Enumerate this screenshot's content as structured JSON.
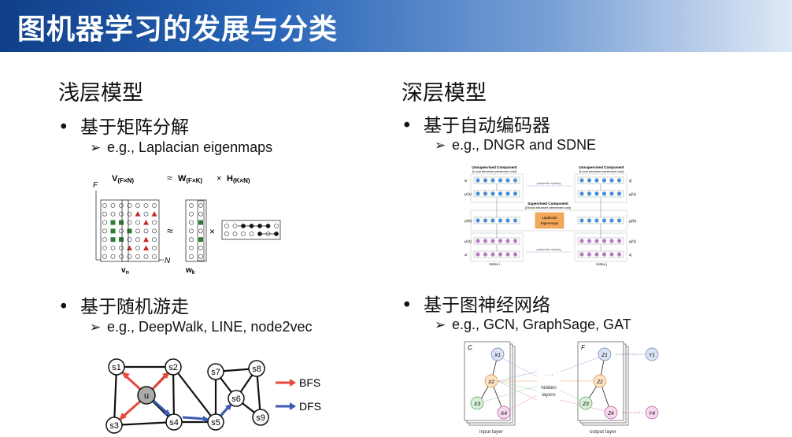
{
  "header": {
    "title": "图机器学习的发展与分类"
  },
  "left": {
    "title": "浅层模型",
    "bullets": [
      {
        "label": "基于矩阵分解",
        "example": "e.g., Laplacian eigenmaps"
      },
      {
        "label": "基于随机游走",
        "example": "e.g., DeepWalk, LINE, node2vec"
      }
    ]
  },
  "right": {
    "title": "深层模型",
    "bullets": [
      {
        "label": "基于自动编码器",
        "example": "e.g., DNGR and SDNE"
      },
      {
        "label": "基于图神经网络",
        "example": "e.g., GCN, GraphSage, GAT"
      }
    ]
  },
  "glyphs": {
    "bullet": "•",
    "arrow": "➢"
  },
  "matrix_fig": {
    "axis_f": "F",
    "axis_n": "N",
    "v": "V",
    "v_sub": "(F×N)",
    "approx": "≈",
    "w": "W",
    "w_sub": "(F×K)",
    "times": "×",
    "h": "H",
    "h_sub": "(K×N)",
    "vn": "v",
    "vn_sub": "n",
    "wk": "w",
    "wk_sub": "k"
  },
  "walk_fig": {
    "nodes": [
      "s1",
      "s2",
      "u",
      "s3",
      "s4",
      "s5",
      "s6",
      "s7",
      "s8",
      "s9"
    ],
    "legend_bfs": "BFS",
    "legend_dfs": "DFS",
    "colors": {
      "bfs": "#e8493a",
      "dfs": "#3b5bb5"
    }
  },
  "ae_fig": {
    "unsup_left": "Unsupervised Component",
    "unsup_left_sub": "(Local structure preserved cost)",
    "unsup_right": "Unsupervised Component",
    "unsup_right_sub": "(Local structure preserved cost)",
    "sup": "Supervised Component",
    "sup_sub": "(Global structure preserved cost)",
    "param_share": "parameter sharing",
    "lap_line1": "Laplacian",
    "lap_line2": "Eigenmaps",
    "vertex_i": "Vertex i",
    "vertex_j": "Vertex j",
    "left_labels": [
      "x̂i",
      "yi(1)",
      "yi(K)",
      "yi(1)",
      "xi"
    ],
    "right_labels": [
      "x̂j",
      "yj(1)",
      "yj(K)",
      "yj(1)",
      "xj"
    ]
  },
  "gnn_fig": {
    "c": "C",
    "f": "F",
    "x1": "X1",
    "x2": "X2",
    "x3": "X3",
    "x4": "X4",
    "z1": "Z1",
    "z2": "Z2",
    "z3": "Z3",
    "z4": "Z4",
    "y1": "Y1",
    "y4": "Y4",
    "hidden1": "hidden",
    "hidden2": "layers",
    "input": "input layer",
    "output": "output layer"
  }
}
